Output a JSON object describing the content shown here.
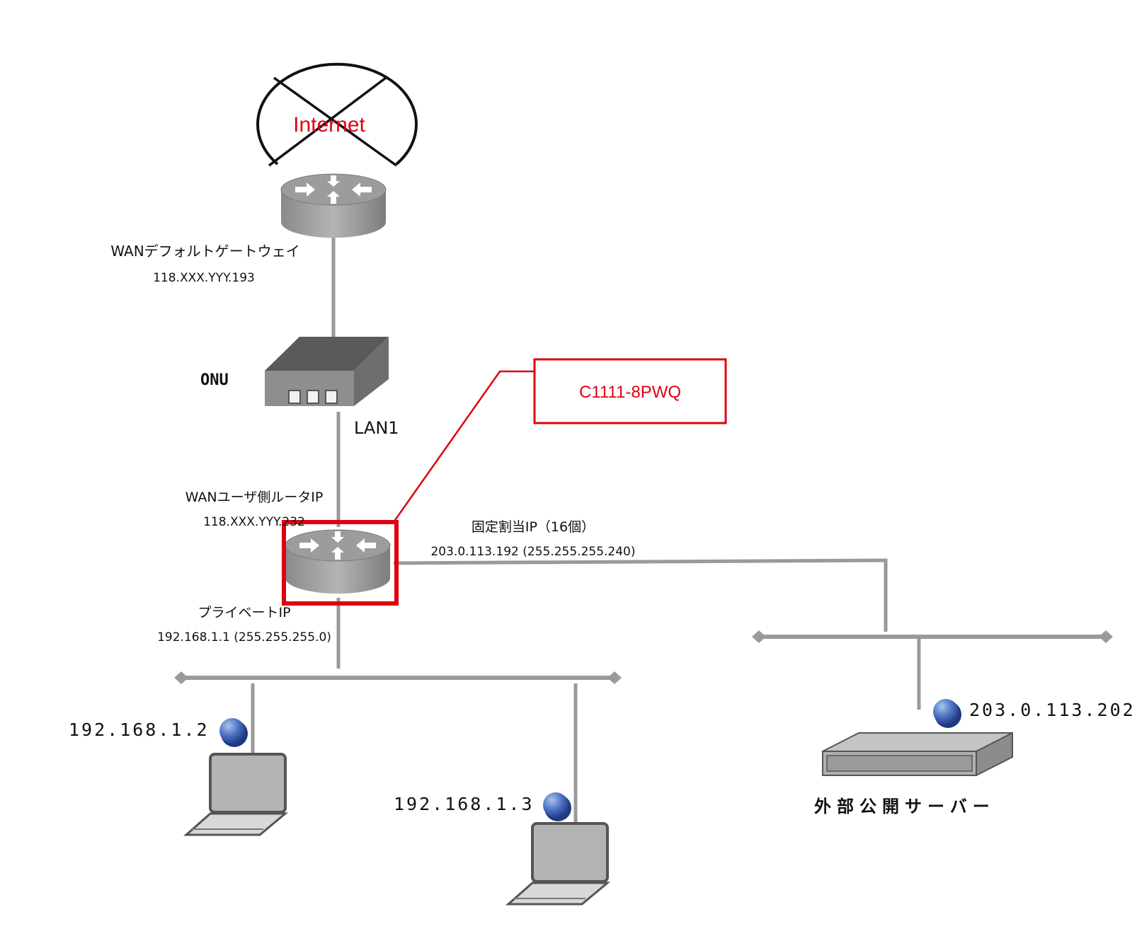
{
  "internet": {
    "label": "Internet"
  },
  "wan_gateway": {
    "title": "WANデフォルトゲートウェイ",
    "ip": "118.XXX.YYY.193"
  },
  "onu": {
    "label": "ONU",
    "port": "LAN1"
  },
  "router": {
    "model_callout": "C1111-8PWQ",
    "wan_title": "WANユーザ側ルータIP",
    "wan_ip": "118.XXX.YYY.232",
    "fixed_title": "固定割当IP（16個）",
    "fixed_range": "203.0.113.192 (255.255.255.240)",
    "private_title": "プライベートIP",
    "private_ip": "192.168.1.1 (255.255.255.0)"
  },
  "lan_hosts": [
    {
      "ip": "192.168.1.2"
    },
    {
      "ip": "192.168.1.3"
    }
  ],
  "public_server": {
    "ip": "203.0.113.202",
    "label": "外部公開サーバー"
  },
  "colors": {
    "accent_red": "#e00010",
    "line_gray": "#9a9a9a",
    "node_blue": "#3b5fb0"
  }
}
